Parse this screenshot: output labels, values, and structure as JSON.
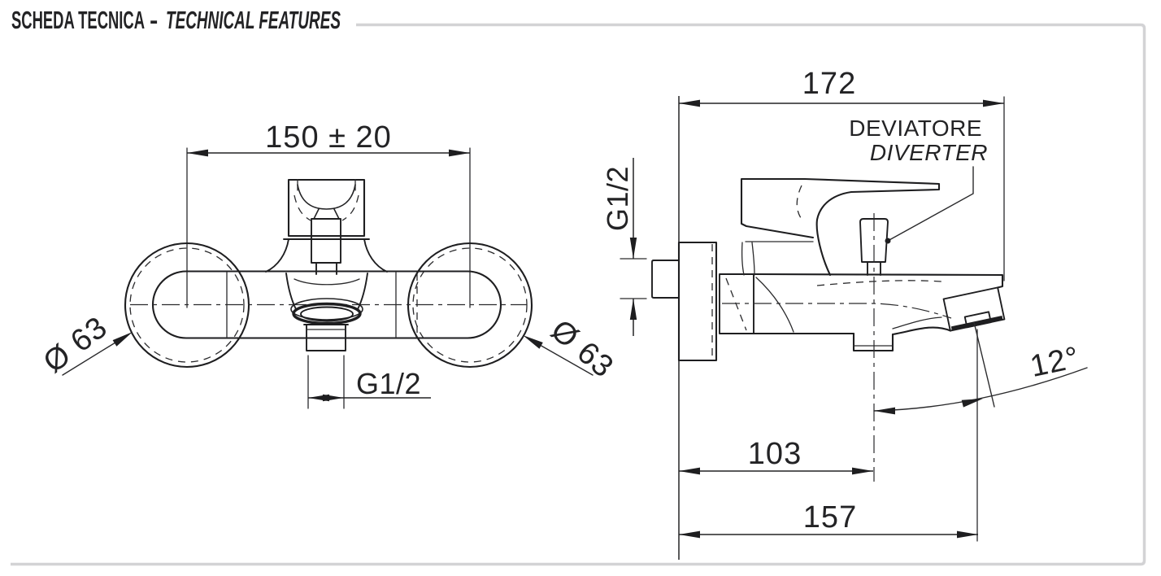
{
  "header": {
    "title_italian": "SCHEDA TECNICA",
    "separator": "-",
    "title_english": "TECHNICAL FEATURES"
  },
  "colors": {
    "title_primary": "#3b3b3d",
    "title_secondary": "#8f9094",
    "drawing_line": "#1e1e20",
    "frame_line": "#d3d3d5"
  },
  "front_view": {
    "dim_centers_distance": "150 ± 20",
    "dim_flange_diameter_left": "Ø 63",
    "dim_flange_diameter_right": "Ø 63",
    "dim_bottom_outlet_thread": "G1/2"
  },
  "side_view": {
    "dim_total_depth": "172",
    "dim_inlet_thread": "G1/2",
    "callout_diverter_italian": "DEVIATORE",
    "callout_diverter_english": "DIVERTER",
    "dim_spout_angle": "12°",
    "dim_shower_outlet_offset": "103",
    "dim_spout_reach": "157"
  }
}
